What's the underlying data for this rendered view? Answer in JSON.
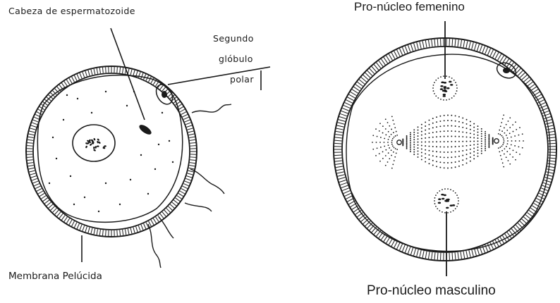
{
  "labels": {
    "sperm_head": "Cabeza de espermatozoide",
    "polar_body_line1": "Segundo",
    "polar_body_line2": "glóbulo",
    "polar_body_line3": "polar",
    "zona_pellucida": "Membrana Pelúcida",
    "female_pronucleus": "Pro-núcleo femenino",
    "male_pronucleus": "Pro-núcleo masculino"
  },
  "colors": {
    "ink": "#1a1a1a",
    "background": "#ffffff"
  }
}
